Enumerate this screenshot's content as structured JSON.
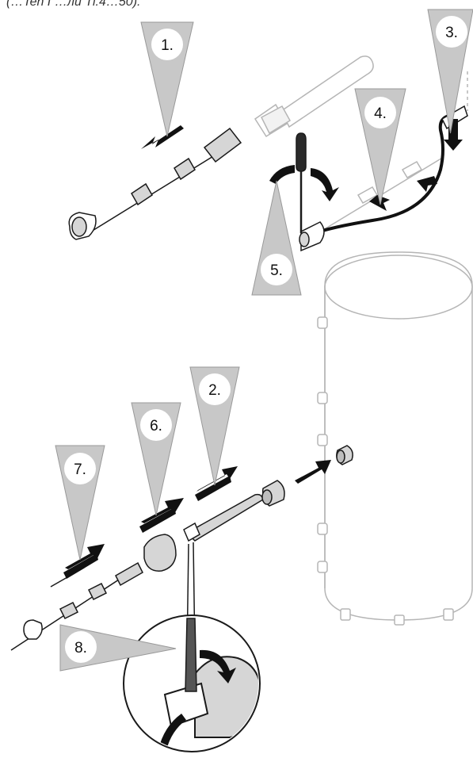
{
  "header": {
    "text": "(…Ten  Γ…ли  Ti.4…50)."
  },
  "steps": [
    {
      "label": "1."
    },
    {
      "label": "2."
    },
    {
      "label": "3."
    },
    {
      "label": "4."
    },
    {
      "label": "5."
    },
    {
      "label": "6."
    },
    {
      "label": "7."
    },
    {
      "label": "8."
    }
  ],
  "colors": {
    "marker_fill": "#c8c8c8",
    "marker_stroke": "#999999",
    "label_circle": "#ffffff",
    "arrow": "#111111",
    "outline": "#1a1a1a",
    "faded_outline": "#b5b5b5",
    "tank_fill": "#ffffff",
    "part_fill": "#d6d6d6",
    "cable": "#111111"
  }
}
